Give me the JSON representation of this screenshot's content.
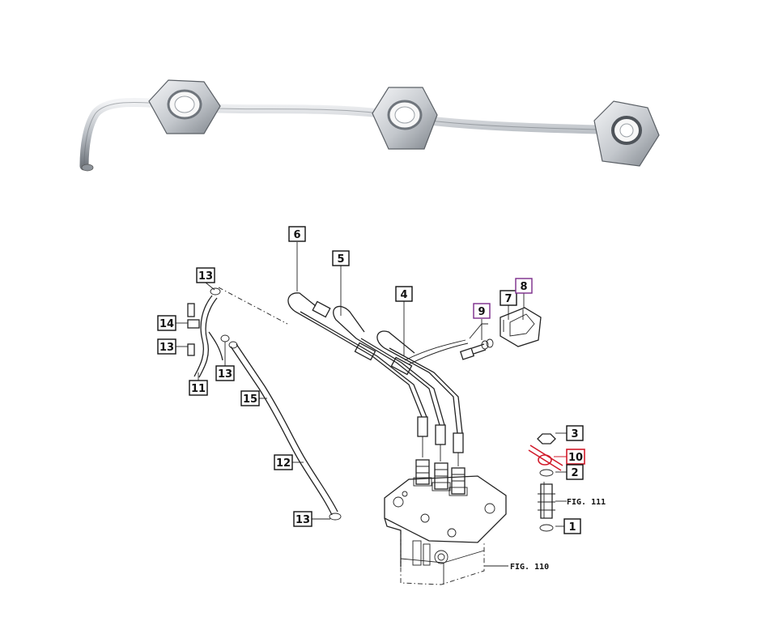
{
  "callouts": [
    {
      "num": "1",
      "color": "#111111"
    },
    {
      "num": "2",
      "color": "#111111"
    },
    {
      "num": "3",
      "color": "#111111"
    },
    {
      "num": "4",
      "color": "#111111"
    },
    {
      "num": "5",
      "color": "#111111"
    },
    {
      "num": "6",
      "color": "#111111"
    },
    {
      "num": "7",
      "color": "#111111"
    },
    {
      "num": "8",
      "color": "#7a2a8a"
    },
    {
      "num": "9",
      "color": "#7a2a8a"
    },
    {
      "num": "10",
      "color": "#d11a2a"
    },
    {
      "num": "11",
      "color": "#111111"
    },
    {
      "num": "12",
      "color": "#111111"
    },
    {
      "num": "13",
      "color": "#111111"
    },
    {
      "num": "13",
      "color": "#111111"
    },
    {
      "num": "13",
      "color": "#111111"
    },
    {
      "num": "13",
      "color": "#111111"
    },
    {
      "num": "14",
      "color": "#111111"
    },
    {
      "num": "15",
      "color": "#111111"
    }
  ],
  "figure_refs": {
    "fig_111": "FIG. 111",
    "fig_110": "FIG. 110"
  },
  "colors": {
    "metal": "#c9cdd2",
    "metal_dark": "#8e949b",
    "highlight_red": "#d11a2a",
    "highlight_purple": "#7a2a8a"
  }
}
